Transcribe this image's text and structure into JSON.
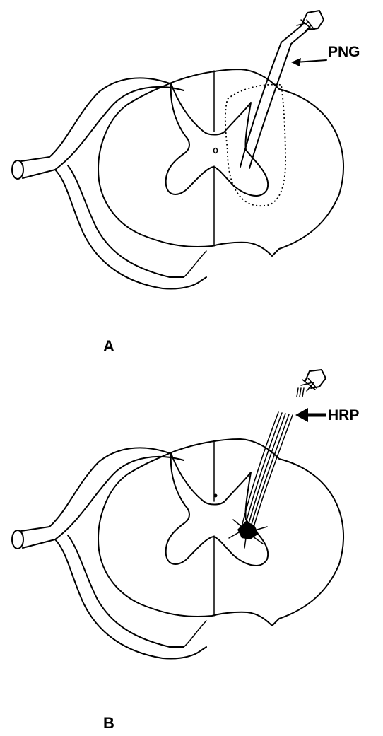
{
  "panels": [
    {
      "id": "A",
      "panel_label": "A",
      "arrow_label": "PNG"
    },
    {
      "id": "B",
      "panel_label": "B",
      "arrow_label": "HRP"
    }
  ]
}
